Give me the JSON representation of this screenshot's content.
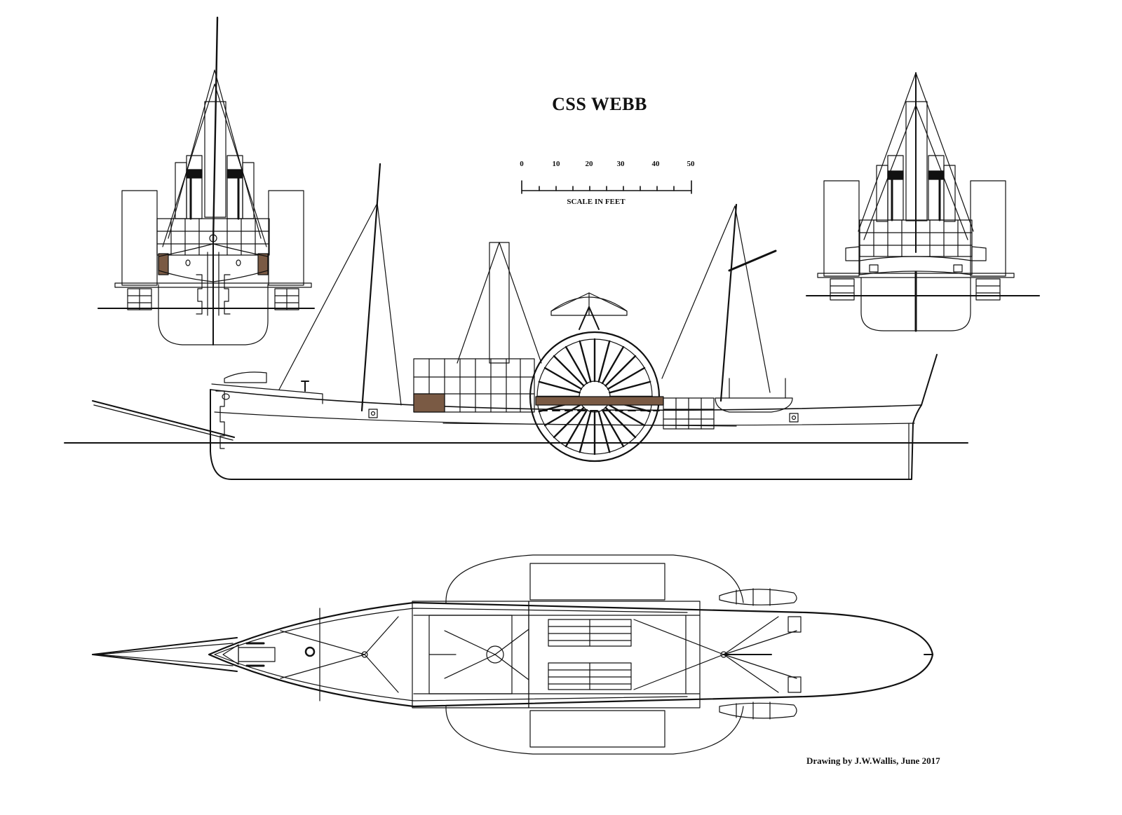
{
  "title": "CSS WEBB",
  "scale": {
    "ticks": [
      "0",
      "10",
      "20",
      "30",
      "40",
      "50"
    ],
    "caption": "SCALE IN FEET"
  },
  "credit": "Drawing by J.W.Wallis, June 2017",
  "colors": {
    "ink": "#111111",
    "wood": "#7a5a44",
    "paper": "#ffffff"
  }
}
